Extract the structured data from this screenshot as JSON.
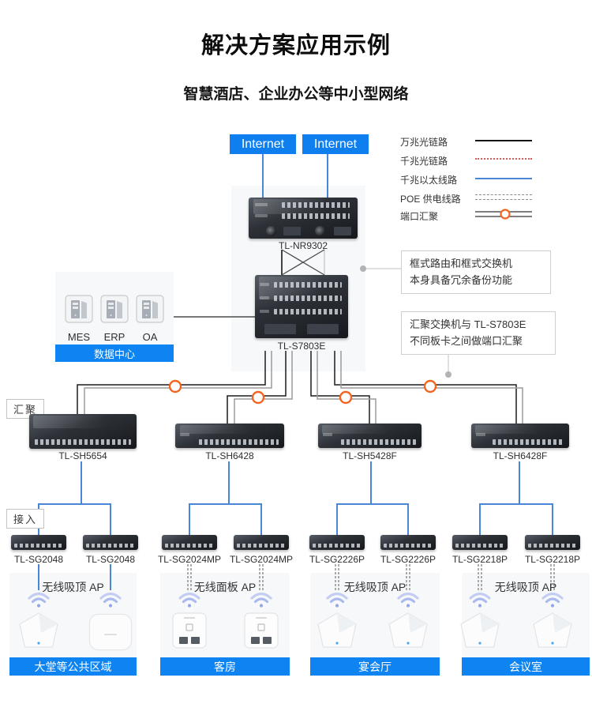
{
  "page": {
    "title": "解决方案应用示例",
    "subtitle": "智慧酒店、企业办公等中小型网络"
  },
  "internet": {
    "left": "Internet",
    "right": "Internet"
  },
  "legend": {
    "items": [
      {
        "label": "万兆光链路",
        "style": "solid-black"
      },
      {
        "label": "千兆光链路",
        "style": "dotted-red"
      },
      {
        "label": "千兆以太线路",
        "style": "solid-blue"
      },
      {
        "label": "POE 供电线路",
        "style": "double-dashed-gray"
      },
      {
        "label": "端口汇聚",
        "style": "double-line-orange-circle"
      }
    ]
  },
  "devices": {
    "router": "TL-NR9302",
    "core_switch": "TL-S7803E",
    "aggregation": [
      "TL-SH5654",
      "TL-SH6428",
      "TL-SH5428F",
      "TL-SH6428F"
    ],
    "access": [
      "TL-SG2048",
      "TL-SG2048",
      "TL-SG2024MP",
      "TL-SG2024MP",
      "TL-SG2226P",
      "TL-SG2226P",
      "TL-SG2218P",
      "TL-SG2218P"
    ]
  },
  "datacenter": {
    "servers": [
      "MES",
      "ERP",
      "OA"
    ],
    "caption": "数据中心"
  },
  "annotations": [
    {
      "line1": "框式路由和框式交换机",
      "line2": "本身具备冗余备份功能"
    },
    {
      "line1": "汇聚交换机与 TL-S7803E",
      "line2": "不同板卡之间做端口汇聚"
    }
  ],
  "tiers": {
    "aggregation_label": "汇聚",
    "access_label": "接入"
  },
  "zones": [
    {
      "ap_type": "无线吸顶 AP",
      "area": "大堂等公共区域"
    },
    {
      "ap_type": "无线面板 AP",
      "area": "客房"
    },
    {
      "ap_type": "无线吸顶 AP",
      "area": "宴会厅"
    },
    {
      "ap_type": "无线吸顶 AP",
      "area": "会议室"
    }
  ],
  "colors": {
    "accent_blue": "#0d84f2",
    "internet_box_blue": "#0f7ff0",
    "ethernet_line_blue": "#4a86d8",
    "fiber_10g_black": "#1b1b1b",
    "trunk_pair_gray": "#9b9b9b",
    "fiber_1g_red": "#e05a5a",
    "poe_dash_gray": "#8a8a8a",
    "port_aggregation_orange": "#f2641f"
  },
  "icons": {
    "wifi": "wifi-arcs",
    "server": "server-tower",
    "ceiling_ap": "pentagon-ceiling-ap",
    "square_ap": "round-square-ceiling-ap",
    "wall_ap": "wall-plate-ap"
  }
}
